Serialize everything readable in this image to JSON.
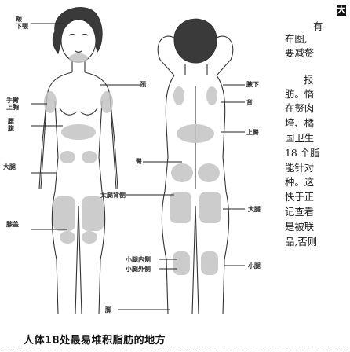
{
  "figure": {
    "caption": "人体18处最易堆积脂肪的地方",
    "labels": {
      "lbl_cheek_chin": "颊\n下颚",
      "lbl_neck": "颈",
      "lbl_upper_arm_upperchest": "手臂\n上胸",
      "lbl_waist_abdomen": "腰\n腹",
      "lbl_thigh": "大腿",
      "lbl_knee": "膝盖",
      "lbl_back_armpit": "腋下",
      "lbl_back": "背",
      "lbl_upper_back": "上臀",
      "lbl_buttocks": "臀",
      "lbl_back_thigh": "大腿背侧",
      "lbl_outer_thigh": "大腿",
      "lbl_inner_calf": "小腿内侧",
      "lbl_outer_calf": "小腿外侧",
      "lbl_calf": "小腿",
      "lbl_ankle": "脚"
    }
  },
  "article": {
    "heading_char": "大",
    "lines": [
      "有",
      "布图,",
      "要减赘",
      "报",
      "肪。惰",
      "在赘肉",
      "垮、橘",
      "国卫生",
      "18 个脂",
      "能针对",
      "种。这",
      "快于正",
      "记查看",
      "是被联",
      "品,否则"
    ]
  },
  "colors": {
    "ink": "#1a1a1a",
    "skin": "#ffffff",
    "fat": "#c4c4c4",
    "fat_dark": "#a8a8a8"
  }
}
